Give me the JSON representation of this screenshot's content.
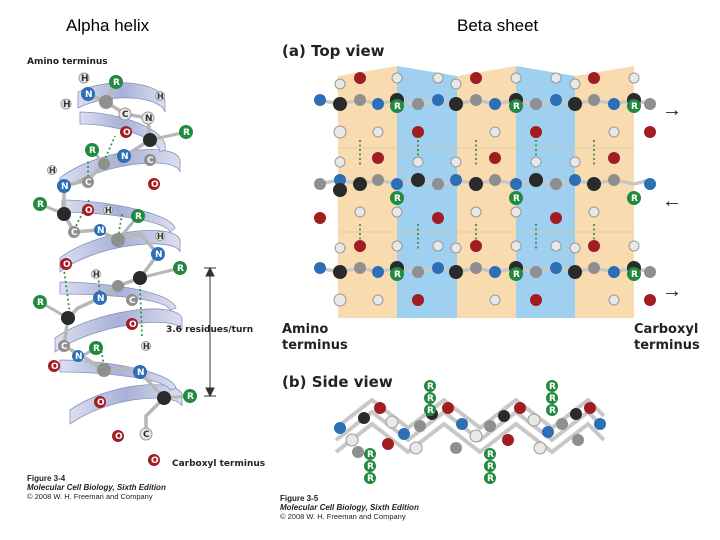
{
  "headings": {
    "left": "Alpha helix",
    "right": "Beta sheet"
  },
  "alpha": {
    "amino_terminus": "Amino terminus",
    "residues_per_turn": "3.6 residues/turn",
    "carboxyl_terminus": "Carboxyl terminus",
    "figure": {
      "number": "Figure 3-4",
      "book": "Molecular Cell Biology, Sixth Edition",
      "copyright": "© 2008 W. H. Freeman and Company"
    }
  },
  "beta": {
    "top_view": {
      "letter": "(a)",
      "title": "Top view"
    },
    "side_view": {
      "letter": "(b)",
      "title": "Side view"
    },
    "amino_terminus": {
      "line1": "Amino",
      "line2": "terminus"
    },
    "carboxyl_terminus": {
      "line1": "Carboxyl",
      "line2": "terminus"
    },
    "figure": {
      "number": "Figure 3-5",
      "book": "Molecular Cell Biology, Sixth Edition",
      "copyright": "© 2008 W. H. Freeman and Company"
    }
  },
  "atom_labels": {
    "hydrogen": "H",
    "carbon": "C",
    "nitrogen": "N",
    "oxygen": "O",
    "side_chain": "R"
  },
  "colors": {
    "hydrogen": "#e8e8e8",
    "carbon": "#8f8f8f",
    "alpha_carbon": "#2a2a2a",
    "nitrogen": "#2d6fb5",
    "oxygen": "#a21d22",
    "side_chain": "#23893f",
    "strand_band": "#f8dcb0",
    "sheet_band": "#9fd0f0",
    "helix_ribbon": "#aab3d8"
  },
  "strand_direction_arrows": [
    "→",
    "←",
    "→"
  ]
}
